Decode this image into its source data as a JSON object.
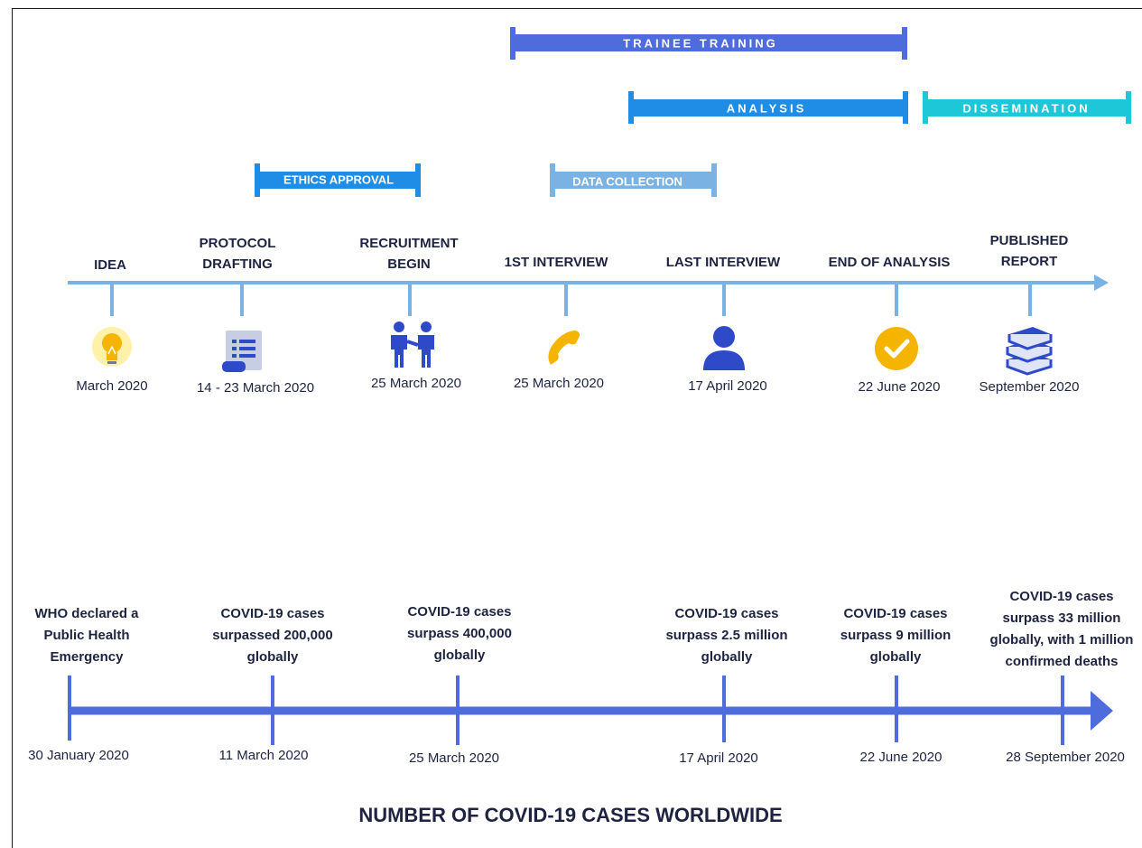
{
  "phases": {
    "trainee_training": "TRAINEE TRAINING",
    "analysis": "ANALYSIS",
    "dissemination": "DISSEMINATION",
    "ethics_approval": "ETHICS APPROVAL",
    "data_collection": "DATA COLLECTION"
  },
  "milestones": [
    {
      "label": "IDEA",
      "date": "March 2020",
      "icon": "lightbulb-icon"
    },
    {
      "label_line1": "PROTOCOL",
      "label_line2": "DRAFTING",
      "date": "14 - 23 March 2020",
      "icon": "document-icon"
    },
    {
      "label_line1": "RECRUITMENT",
      "label_line2": "BEGIN",
      "date": "25 March 2020",
      "icon": "handshake-people-icon"
    },
    {
      "label": "1ST INTERVIEW",
      "date": "25 March 2020",
      "icon": "phone-icon"
    },
    {
      "label": "LAST INTERVIEW",
      "date": "17 April 2020",
      "icon": "person-icon"
    },
    {
      "label": "END OF ANALYSIS",
      "date": "22 June  2020",
      "icon": "check-circle-icon"
    },
    {
      "label_line1": "PUBLISHED",
      "label_line2": "REPORT",
      "date": "September 2020",
      "icon": "books-icon"
    }
  ],
  "covid_events": [
    {
      "lines": [
        "WHO declared a",
        "Public Health",
        "Emergency"
      ],
      "date": "30 January 2020"
    },
    {
      "lines": [
        "COVID-19 cases",
        "surpassed 200,000",
        "globally"
      ],
      "date": "11 March 2020"
    },
    {
      "lines": [
        "COVID-19 cases",
        "surpass 400,000",
        "globally"
      ],
      "date": "25 March 2020"
    },
    {
      "lines": [
        "COVID-19 cases",
        "surpass 2.5 million",
        "globally"
      ],
      "date": "17 April  2020"
    },
    {
      "lines": [
        "COVID-19 cases",
        "surpass 9 million",
        "globally"
      ],
      "date": "22 June  2020"
    },
    {
      "lines": [
        "COVID-19 cases",
        "surpass 33 million",
        "globally, with 1 million",
        "confirmed deaths"
      ],
      "date": "28 September  2020"
    }
  ],
  "footer_title": "NUMBER OF COVID-19 CASES WORLDWIDE",
  "colors": {
    "dark_blue": "#4e6cdc",
    "mid_blue": "#1f8de6",
    "light_blue": "#7ab3e3",
    "cyan": "#1ec7d7",
    "icon_blue": "#2f4ac9",
    "icon_yellow": "#f5b400",
    "text": "#1d2340"
  }
}
